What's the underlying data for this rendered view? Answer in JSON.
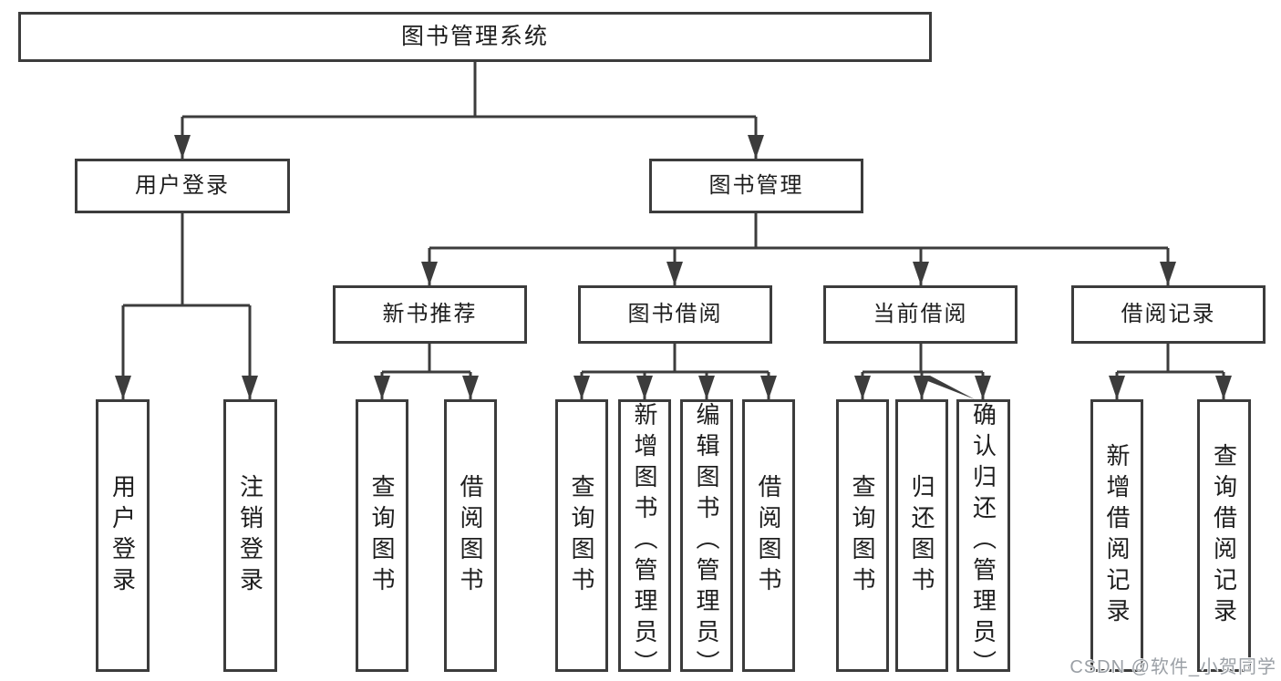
{
  "diagram_type": "hierarchy-tree",
  "colors": {
    "line": "#3c3c3c",
    "box_border": "#3c3c3c",
    "text": "#1e1e1e",
    "background": "#ffffff",
    "watermark": "#9ba0a6"
  },
  "tree": {
    "root": {
      "label": "图书管理系统"
    },
    "branches": [
      {
        "label": "用户登录",
        "children": [
          {
            "label": "用户登录"
          },
          {
            "label": "注销登录"
          }
        ]
      },
      {
        "label": "图书管理",
        "children": [
          {
            "label": "新书推荐",
            "children": [
              {
                "label": "查询图书"
              },
              {
                "label": "借阅图书"
              }
            ]
          },
          {
            "label": "图书借阅",
            "children": [
              {
                "label": "查询图书"
              },
              {
                "label": "新增图书（管理员）"
              },
              {
                "label": "编辑图书（管理员）"
              },
              {
                "label": "借阅图书"
              }
            ]
          },
          {
            "label": "当前借阅",
            "children": [
              {
                "label": "查询图书"
              },
              {
                "label": "归还图书"
              },
              {
                "label": "确认归还（管理员）"
              }
            ]
          },
          {
            "label": "借阅记录",
            "children": [
              {
                "label": "新增借阅记录"
              },
              {
                "label": "查询借阅记录"
              }
            ]
          }
        ]
      }
    ]
  },
  "watermark": {
    "text": "CSDN @软件_小贺同学"
  }
}
